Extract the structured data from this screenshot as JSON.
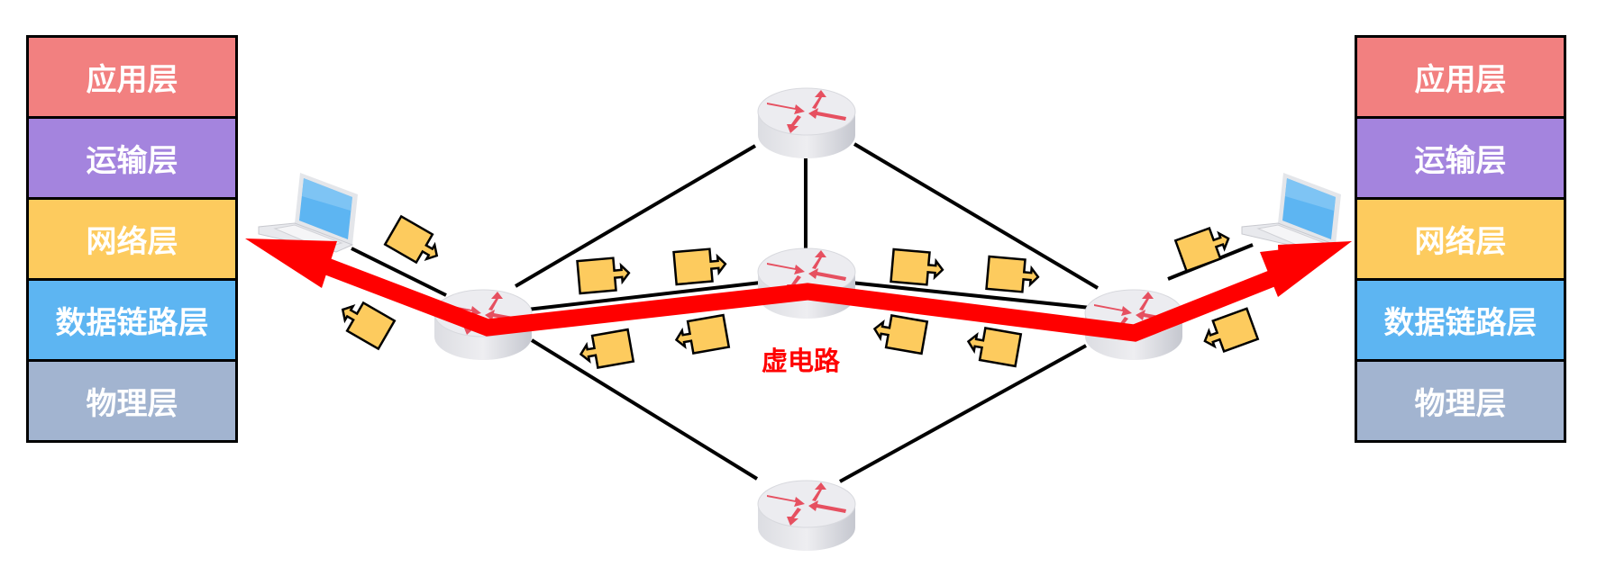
{
  "left_stack": {
    "layers": [
      "应用层",
      "运输层",
      "网络层",
      "数据链路层",
      "物理层"
    ]
  },
  "right_stack": {
    "layers": [
      "应用层",
      "运输层",
      "网络层",
      "数据链路层",
      "物理层"
    ]
  },
  "network": {
    "virtual_circuit_label": "虚电路",
    "colors": {
      "virtual_circuit": "#ff0000",
      "packet": "#fdcb5e",
      "application": "#f28080",
      "transport": "#a484de",
      "network": "#fdcb5e",
      "datalink": "#5db5f2",
      "physical": "#a2b4d0"
    }
  }
}
